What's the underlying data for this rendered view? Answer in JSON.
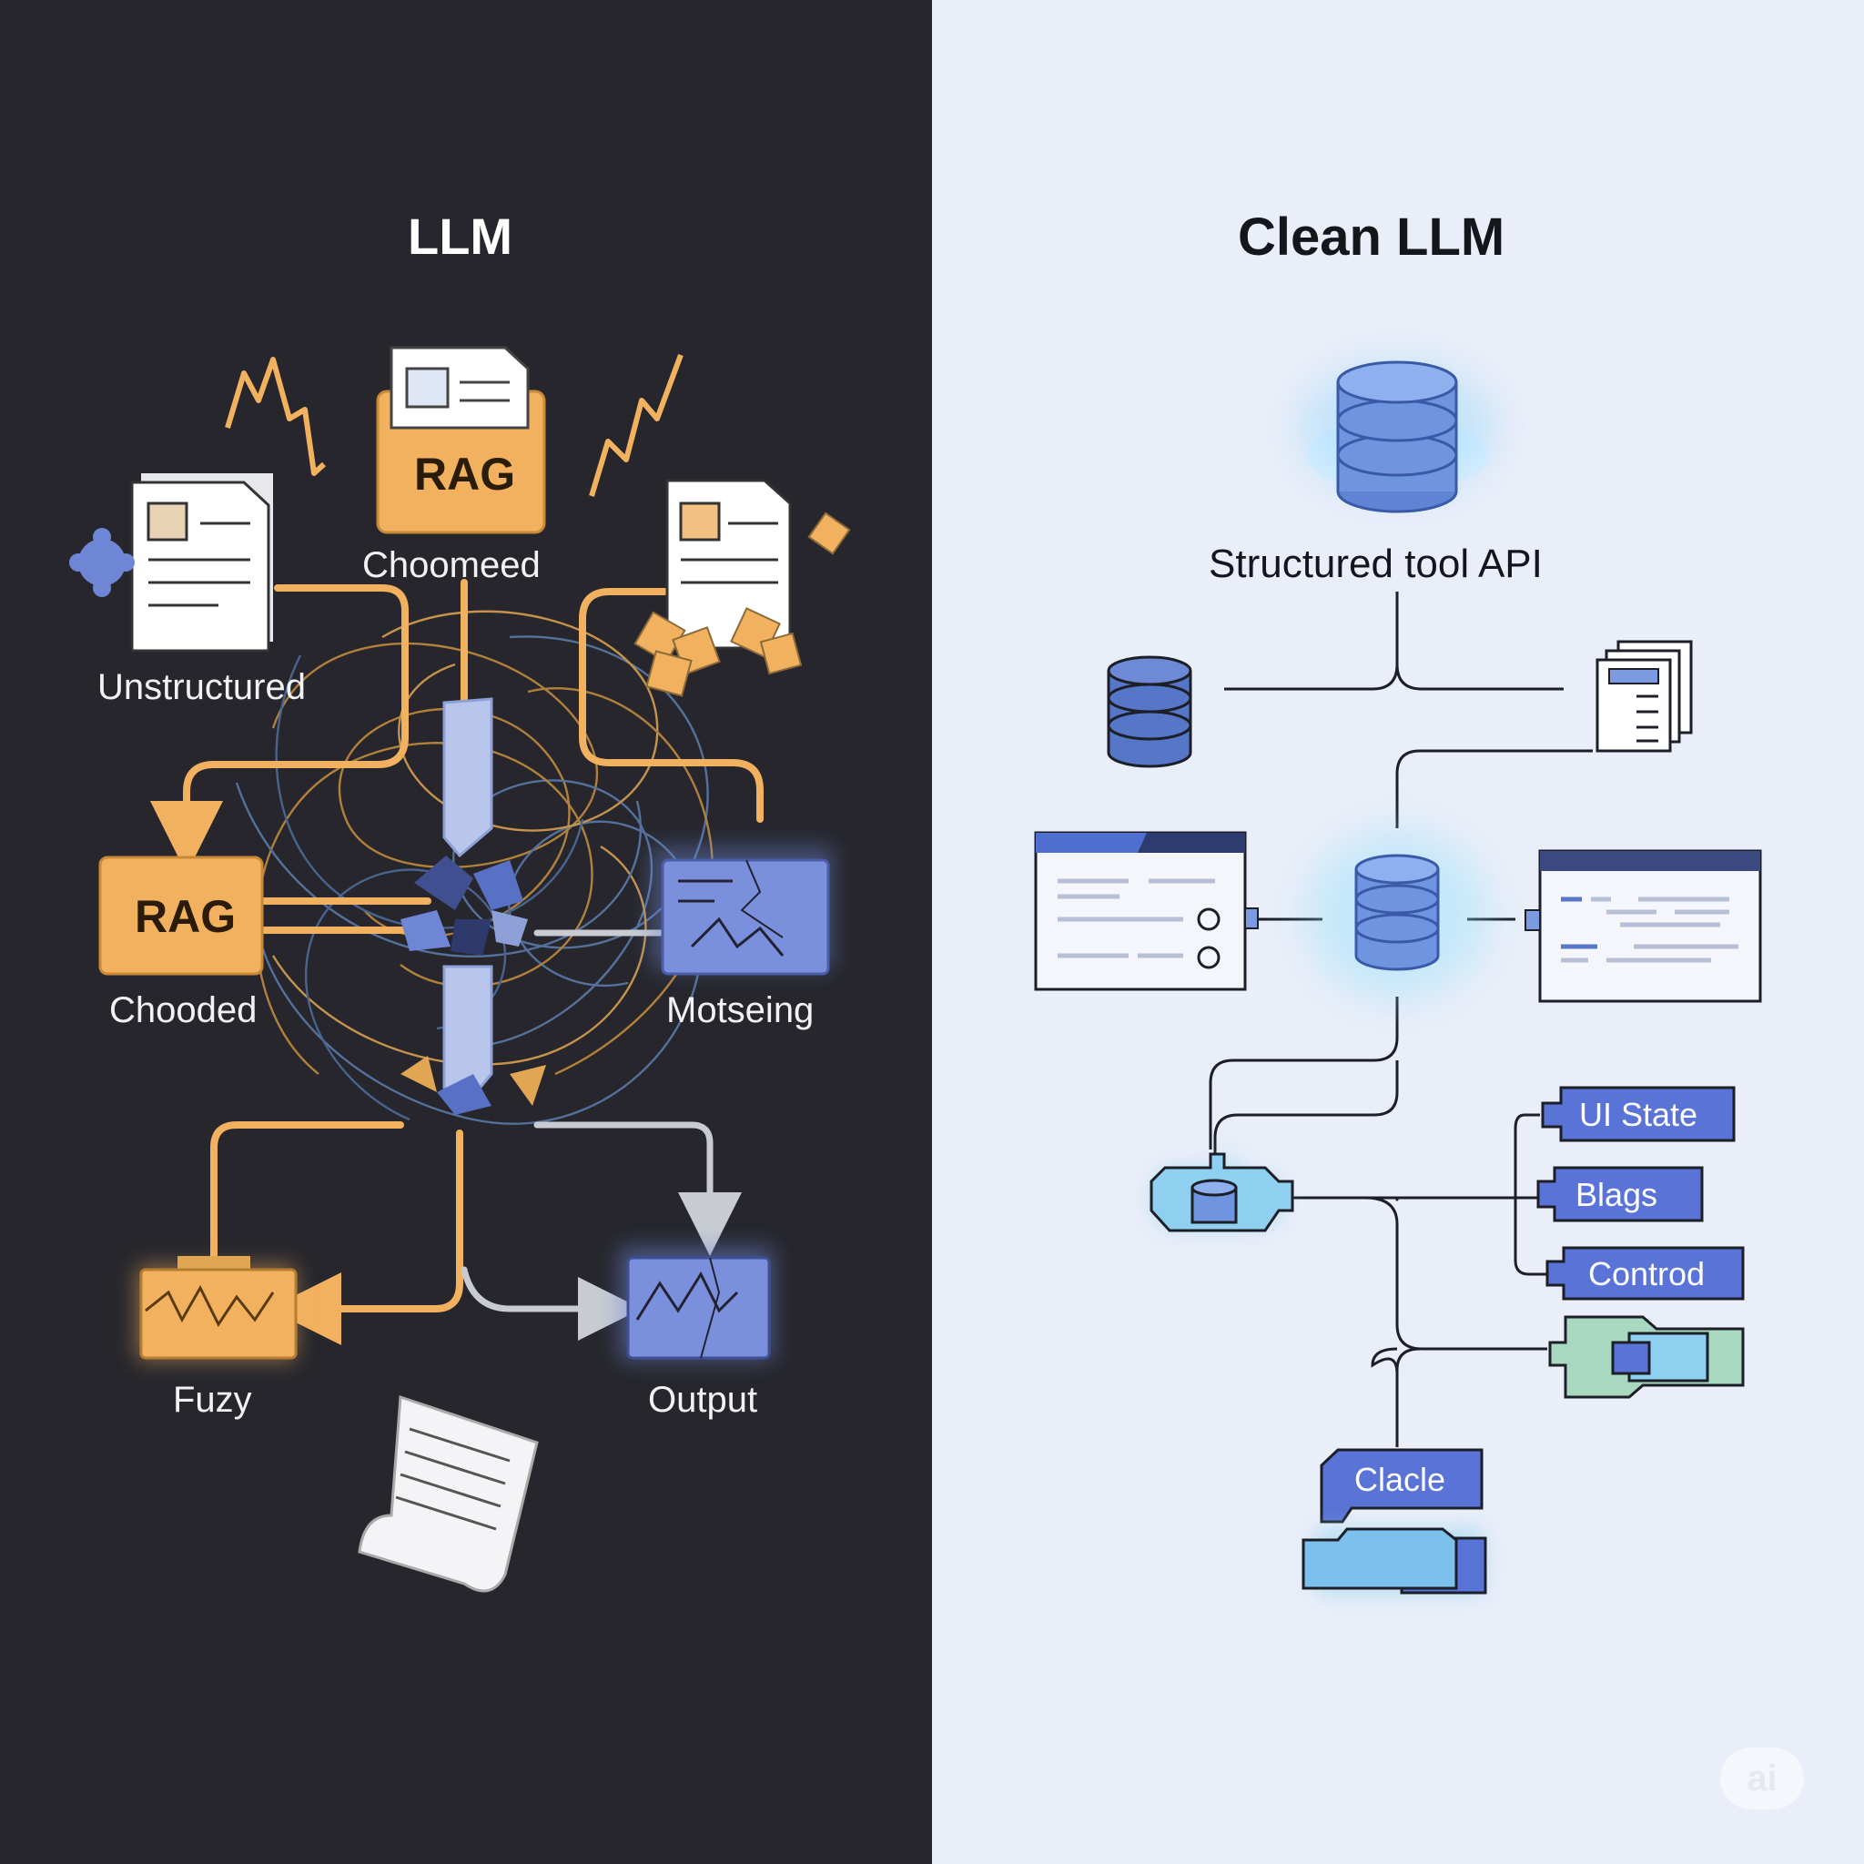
{
  "left_panel": {
    "title": "LLM",
    "rag_top_label": "RAG",
    "rag_top_caption": "Choomeed",
    "unstructured_label": "Unstructured",
    "rag_left_label": "RAG",
    "rag_left_caption": "Chooded",
    "motseing_label": "Motseing",
    "fuzy_label": "Fuzy",
    "output_label": "Output",
    "background_color": "#26262c",
    "accent_orange": "#f2b15e",
    "accent_blue": "#6f86d6"
  },
  "right_panel": {
    "title": "Clean LLM",
    "api_label": "Structured tool API",
    "tags": {
      "ui_state": "UI State",
      "blags": "Blags",
      "control": "Controd",
      "clacle": "Clacle"
    },
    "background_color": "#eaeef8",
    "accent_blue": "#4f6fd0"
  },
  "watermark": "ai"
}
